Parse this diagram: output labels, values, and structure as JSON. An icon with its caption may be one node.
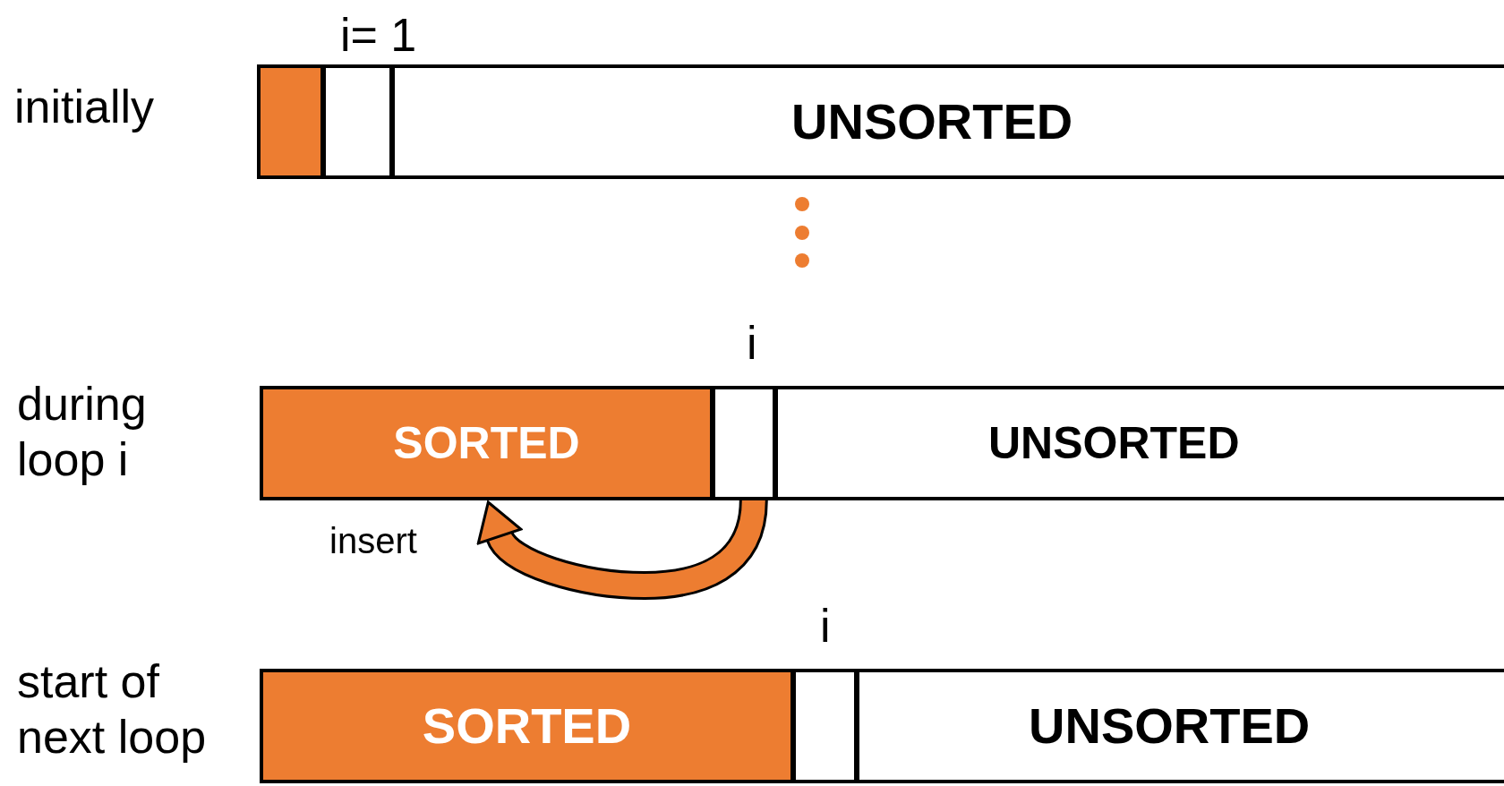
{
  "diagram": {
    "nodes": [
      {
        "text": [],
        "shape": "box"
      },
      {
        "text": [],
        "shape": "box"
      },
      {
        "text": [
          "UNSORTED"
        ]
      },
      {
        "text": [
          "SORTED"
        ]
      },
      {
        "text": [],
        "shape": "box"
      },
      {
        "text": [
          "UNSORTED"
        ]
      },
      {
        "text": [
          "SORTED"
        ]
      },
      {
        "text": [],
        "shape": "box"
      },
      {
        "text": [
          "UNSORTED"
        ]
      }
    ],
    "edges": [
      {
        "from": 4,
        "to": 3,
        "arrow": "to",
        "label": "insert",
        "color": "#ed7d31"
      }
    ],
    "labels": [
      "i= 1",
      "initially",
      "i",
      "during loop i",
      "i",
      "start of next loop"
    ]
  }
}
